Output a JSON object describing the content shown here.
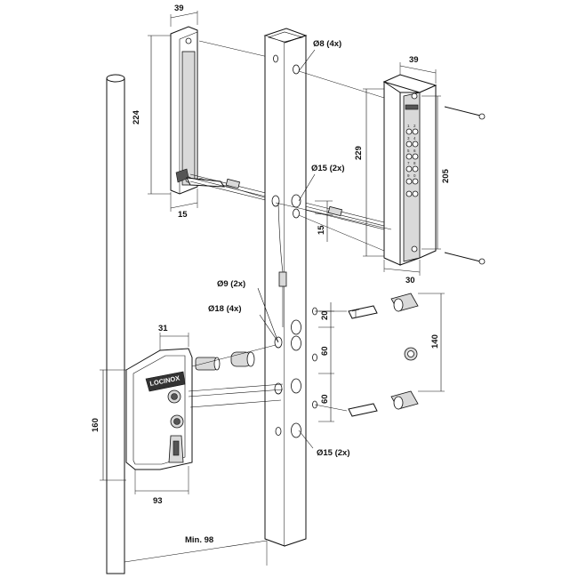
{
  "drawing": {
    "brand_logo": "LOCINOX",
    "dimensions": {
      "plate_width": "39",
      "plate_height": "224",
      "plate_depth": "15",
      "keypad_width": "39",
      "keypad_height": "229",
      "keypad_hole_spacing": "205",
      "keypad_depth": "30",
      "rod_offset": "15",
      "rear_spacing_top": "20",
      "rear_spacing_mid1": "60",
      "rear_spacing_mid2": "60",
      "front_spacing": "140",
      "lock_width": "31",
      "lock_height": "160",
      "lock_depth": "93",
      "min_gap": "Min. 98"
    },
    "hole_labels": {
      "d8": "Ø8 (4x)",
      "d15_top": "Ø15 (2x)",
      "d9": "Ø9 (2x)",
      "d18": "Ø18 (4x)",
      "d15_bottom": "Ø15 (2x)"
    },
    "keypad_keys": [
      "1",
      "2",
      "3",
      "4",
      "5",
      "6",
      "7",
      "8",
      "9",
      "0"
    ]
  }
}
